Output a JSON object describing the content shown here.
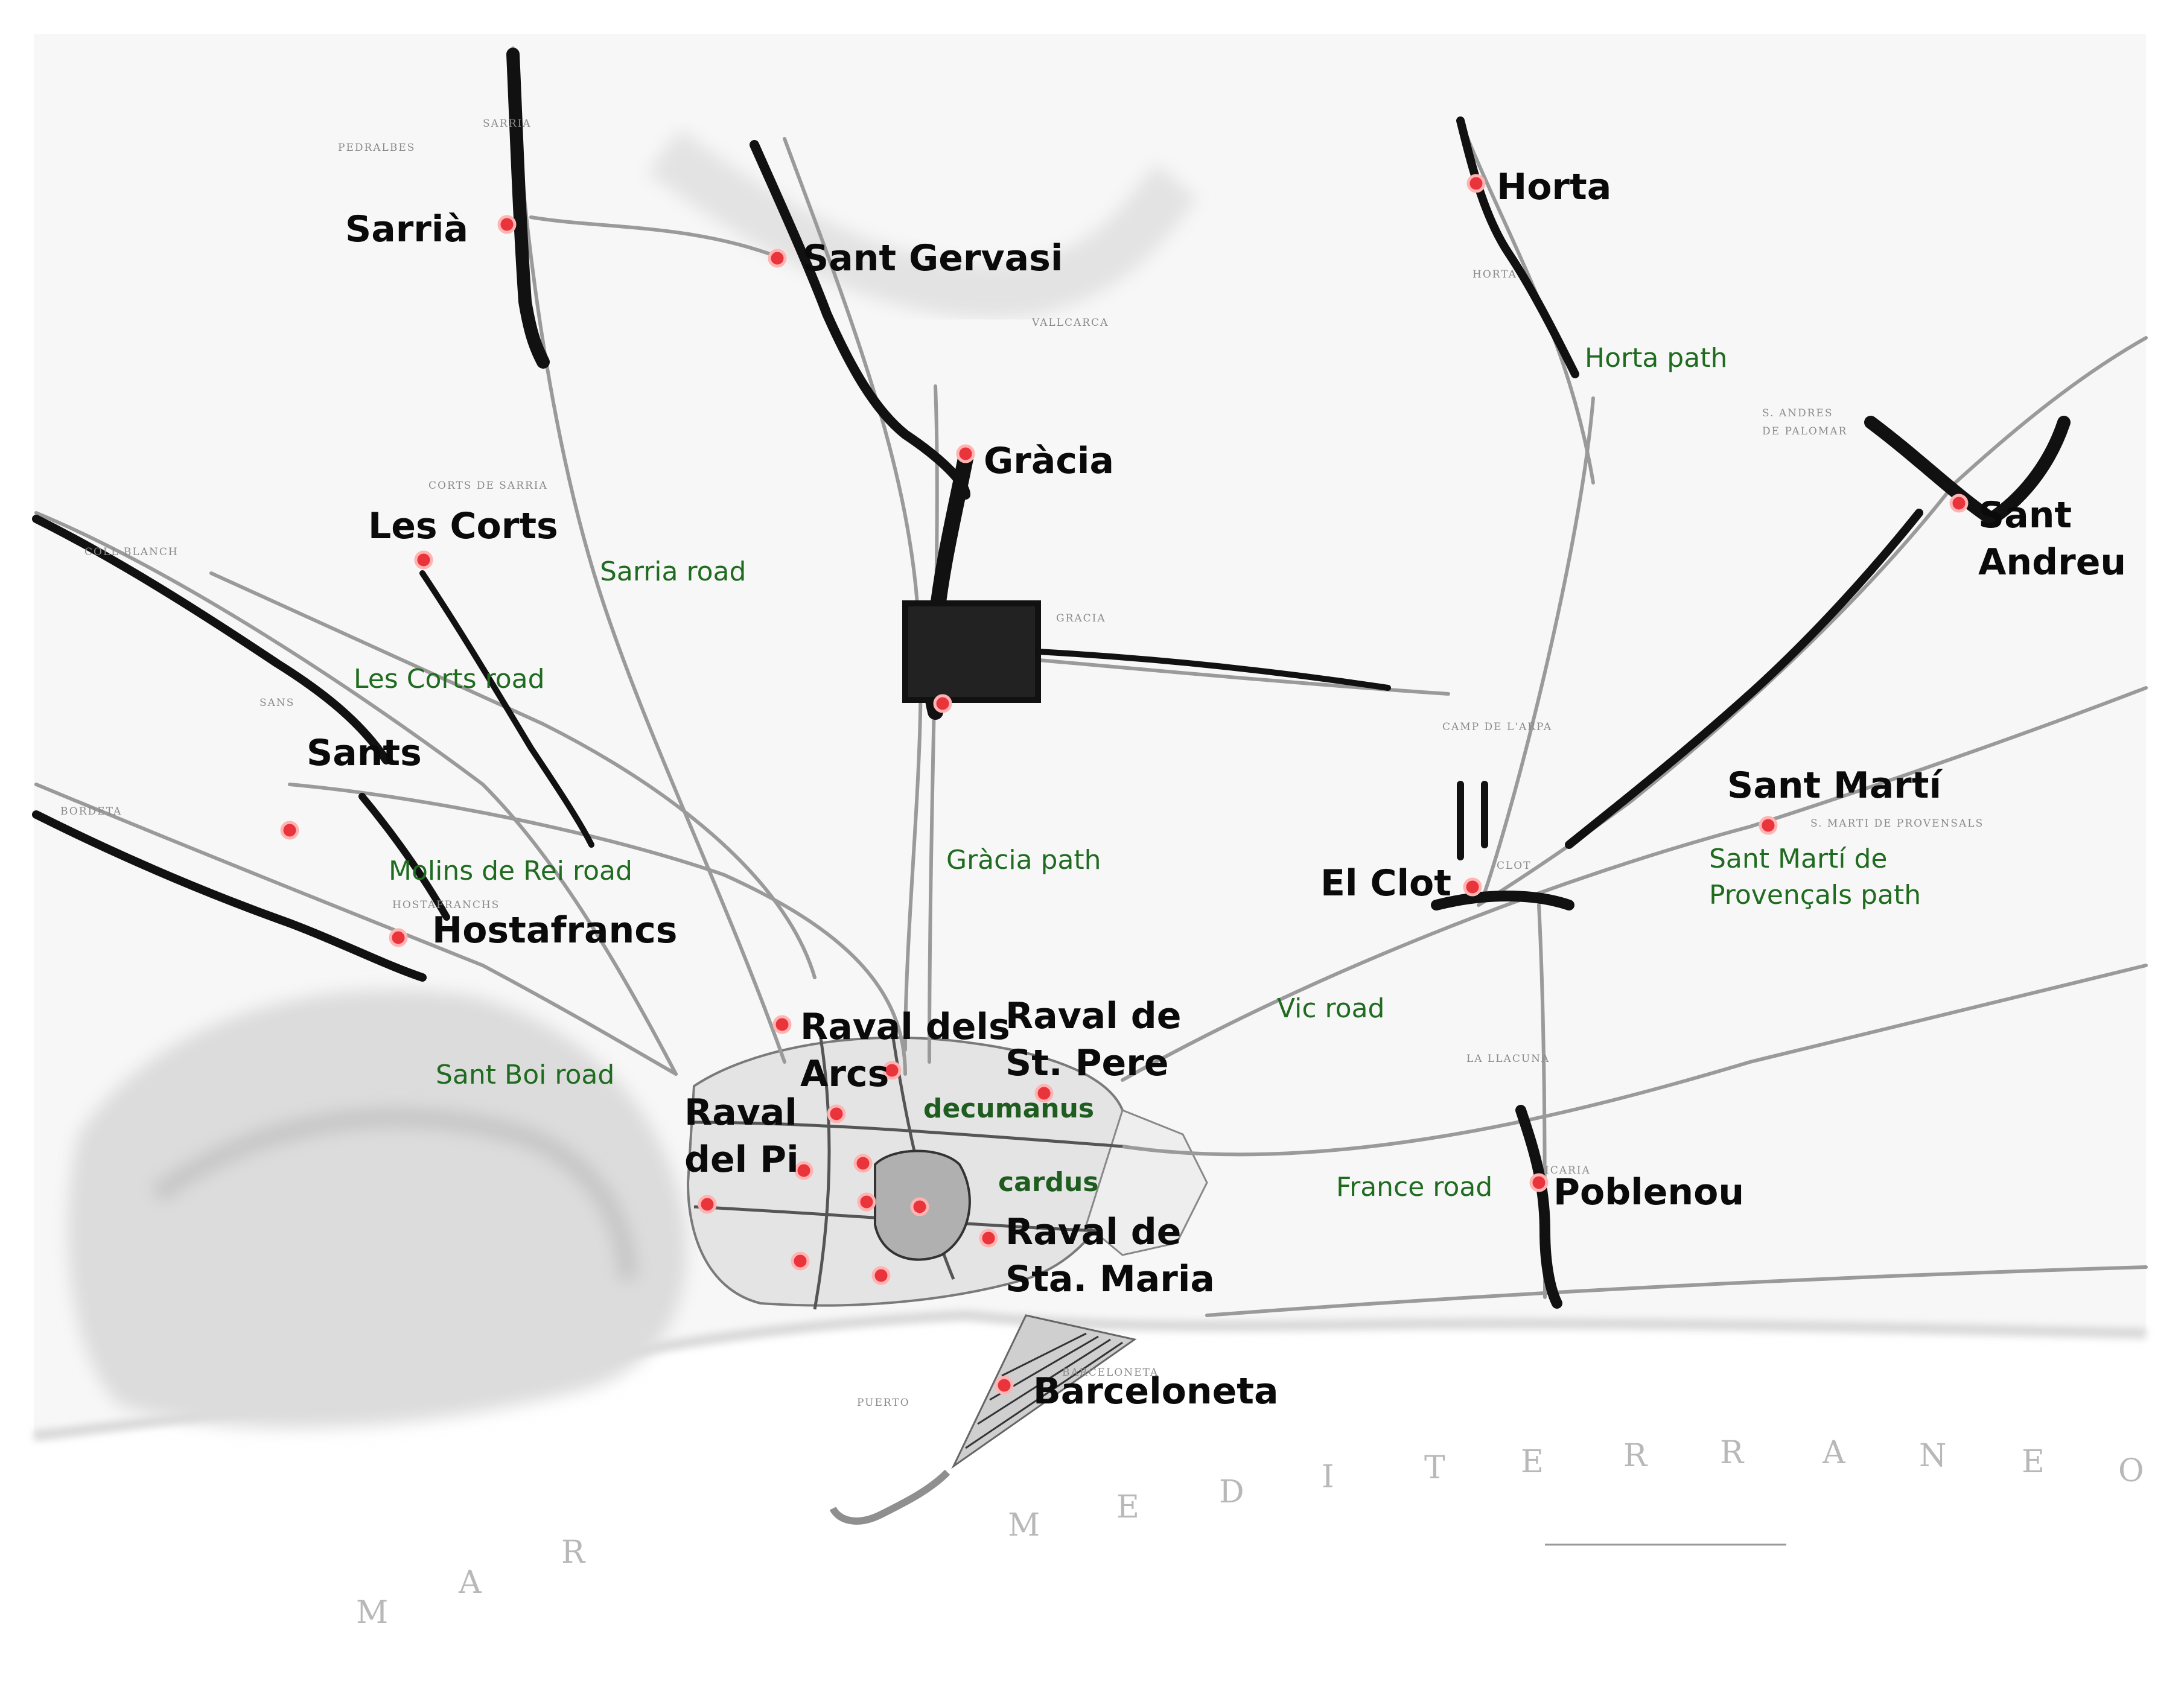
{
  "places": {
    "sarria": "Sarrià",
    "sant_gervasi": "Sant Gervasi",
    "horta": "Horta",
    "gracia": "Gràcia",
    "les_corts": "Les Corts",
    "sant_andreu_1": "Sant",
    "sant_andreu_2": "Andreu",
    "sants": "Sants",
    "sant_marti": "Sant Martí",
    "el_clot": "El Clot",
    "hostafrancs": "Hostafrancs",
    "raval_arcs_1": "Raval dels",
    "raval_arcs_2": "Arcs",
    "raval_pere_1": "Raval de",
    "raval_pere_2": "St. Pere",
    "raval_pi_1": "Raval",
    "raval_pi_2": "del Pi",
    "raval_maria_1": "Raval de",
    "raval_maria_2": "Sta. Maria",
    "poblenou": "Poblenou",
    "barceloneta": "Barceloneta"
  },
  "roads": {
    "horta_path": "Horta path",
    "sarria_road": "Sarria road",
    "les_corts_road": "Les Corts road",
    "molins_road": "Molins de Rei road",
    "gracia_path": "Gràcia path",
    "sant_marti_path_1": "Sant Martí de",
    "sant_marti_path_2": "Provençals path",
    "vic_road": "Vic road",
    "sant_boi_road": "Sant Boi road",
    "decumanus": "decumanus",
    "cardus": "cardus",
    "france_road": "France road"
  },
  "sea_letters": [
    "M",
    "A",
    "R",
    "M",
    "E",
    "D",
    "I",
    "T",
    "E",
    "R",
    "R",
    "A",
    "N",
    "E",
    "O"
  ],
  "map_print": {
    "sarria": "SARRIA",
    "pedralbes": "PEDRALBES",
    "horta": "HORTA",
    "vallcarca": "VALLCARCA",
    "corts_sarria": "CORTS DE SARRIA",
    "coll_blanch": "COLL BLANCH",
    "gracia": "GRACIA",
    "sans": "SANS",
    "bordeta": "BORDETA",
    "hostafranchs": "HOSTAFRANCHS",
    "sant_andres": "S. ANDRES",
    "de_palomar": "DE PALOMAR",
    "camp_arpa": "CAMP DE L'ARPA",
    "clot": "CLOT",
    "provensals": "S. MARTI DE PROVENSALS",
    "llacuna": "LA LLACUNA",
    "icaria": "ICARIA",
    "barceloneta": "BARCELONETA",
    "puerto": "PUERTO"
  },
  "colors": {
    "marker": "#e8343a",
    "place_text": "#0a0a0a",
    "road_text": "#1f6b1f",
    "sea_text": "#b8b8b8"
  }
}
